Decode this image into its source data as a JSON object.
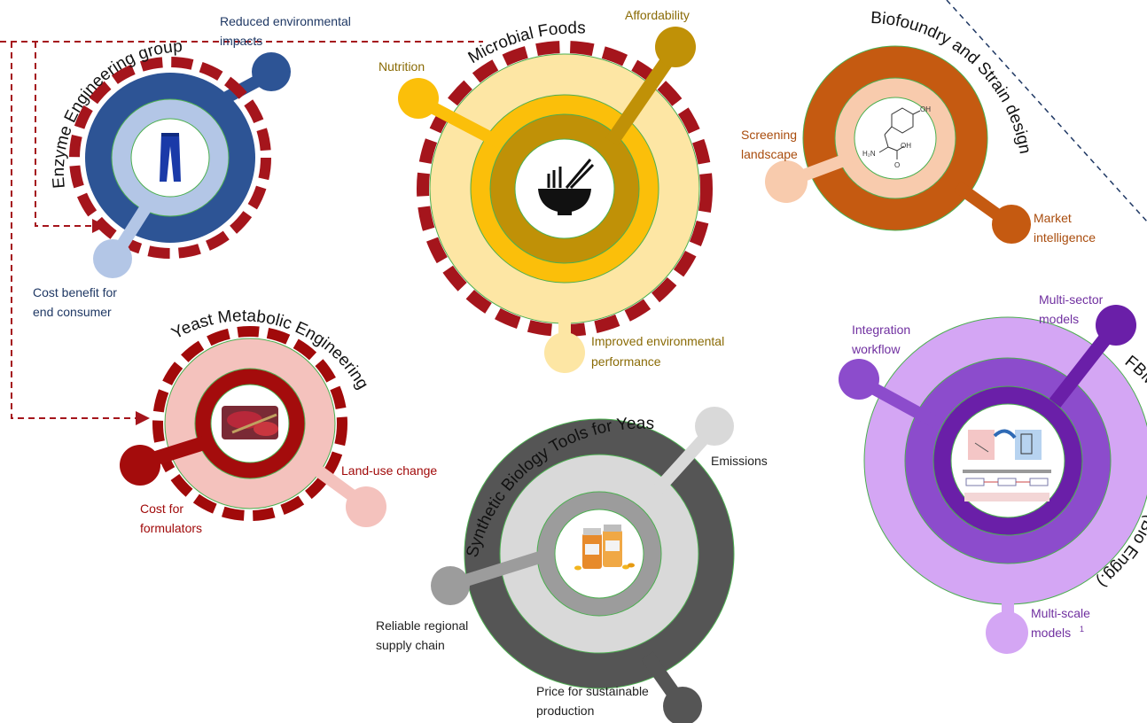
{
  "colors": {
    "dash_red": "#a5151c",
    "enzyme_dark": "#2d5495",
    "enzyme_light": "#b3c6e6",
    "enzyme_text": "#1f3864",
    "microbial_outer": "#fde6a4",
    "microbial_mid": "#fbbf0a",
    "microbial_inner": "#c09107",
    "microbial_text": "#8a6b06",
    "bio_outer": "#c55a11",
    "bio_inner": "#f8cbad",
    "bio_text": "#a94c0d",
    "yeast_outer": "#f4c2bd",
    "yeast_inner": "#a40c0c",
    "yeast_text": "#a10a0a",
    "synbio_outer": "#555555",
    "synbio_mid": "#d9d9d9",
    "synbio_inner": "#9c9c9c",
    "fbm_outer": "#d4a6f4",
    "fbm_mid": "#8c4ccc",
    "fbm_inner": "#6a1fa8",
    "fbm_text": "#7030a0"
  },
  "enzyme": {
    "title": "Enzyme Engineering group",
    "icon": "jeans-icon",
    "labels": {
      "reduced_1": "Reduced environmental",
      "reduced_2": "impacts",
      "cost_1": "Cost benefit for",
      "cost_2": "end consumer"
    }
  },
  "microbial": {
    "title": "Microbial Foods",
    "icon": "noodle-bowl-icon",
    "labels": {
      "affordability": "Affordability",
      "nutrition": "Nutrition",
      "improved_1": "Improved environmental",
      "improved_2": "performance"
    }
  },
  "biofoundry": {
    "title": "Biofoundry and Strain design",
    "icon": "tyrosine-molecule-icon",
    "molecule": {
      "oh_top": "OH",
      "oh_side": "OH",
      "h2n": "H₂N",
      "o": "O"
    },
    "labels": {
      "screening_1": "Screening",
      "screening_2": "landscape",
      "market_1": "Market",
      "market_2": "intelligence"
    }
  },
  "yeast": {
    "title": "Yeast Metabolic Engineering",
    "icon": "red-powder-spoon-icon",
    "labels": {
      "landuse": "Land-use change",
      "cost_1": "Cost for",
      "cost_2": "formulators"
    }
  },
  "synbio": {
    "title": "Synthetic Biology Tools for Yeast",
    "icon": "supplement-bottles-icon",
    "labels": {
      "emissions": "Emissions",
      "reliable_1": "Reliable regional",
      "reliable_2": "supply chain",
      "price_1": "Price for sustainable",
      "price_2": "production"
    }
  },
  "fbm": {
    "title_top": "FBM",
    "title_bottom": "(Bio Engg.)",
    "icon": "workflow-diagram-icon",
    "labels": {
      "multisector_1": "Multi-sector",
      "multisector_2": "models",
      "integration_1": "Integration",
      "integration_2": "workflow",
      "multiscale_1": "Multi-scale",
      "multiscale_2": "models",
      "multiscale_sup": "1"
    }
  }
}
